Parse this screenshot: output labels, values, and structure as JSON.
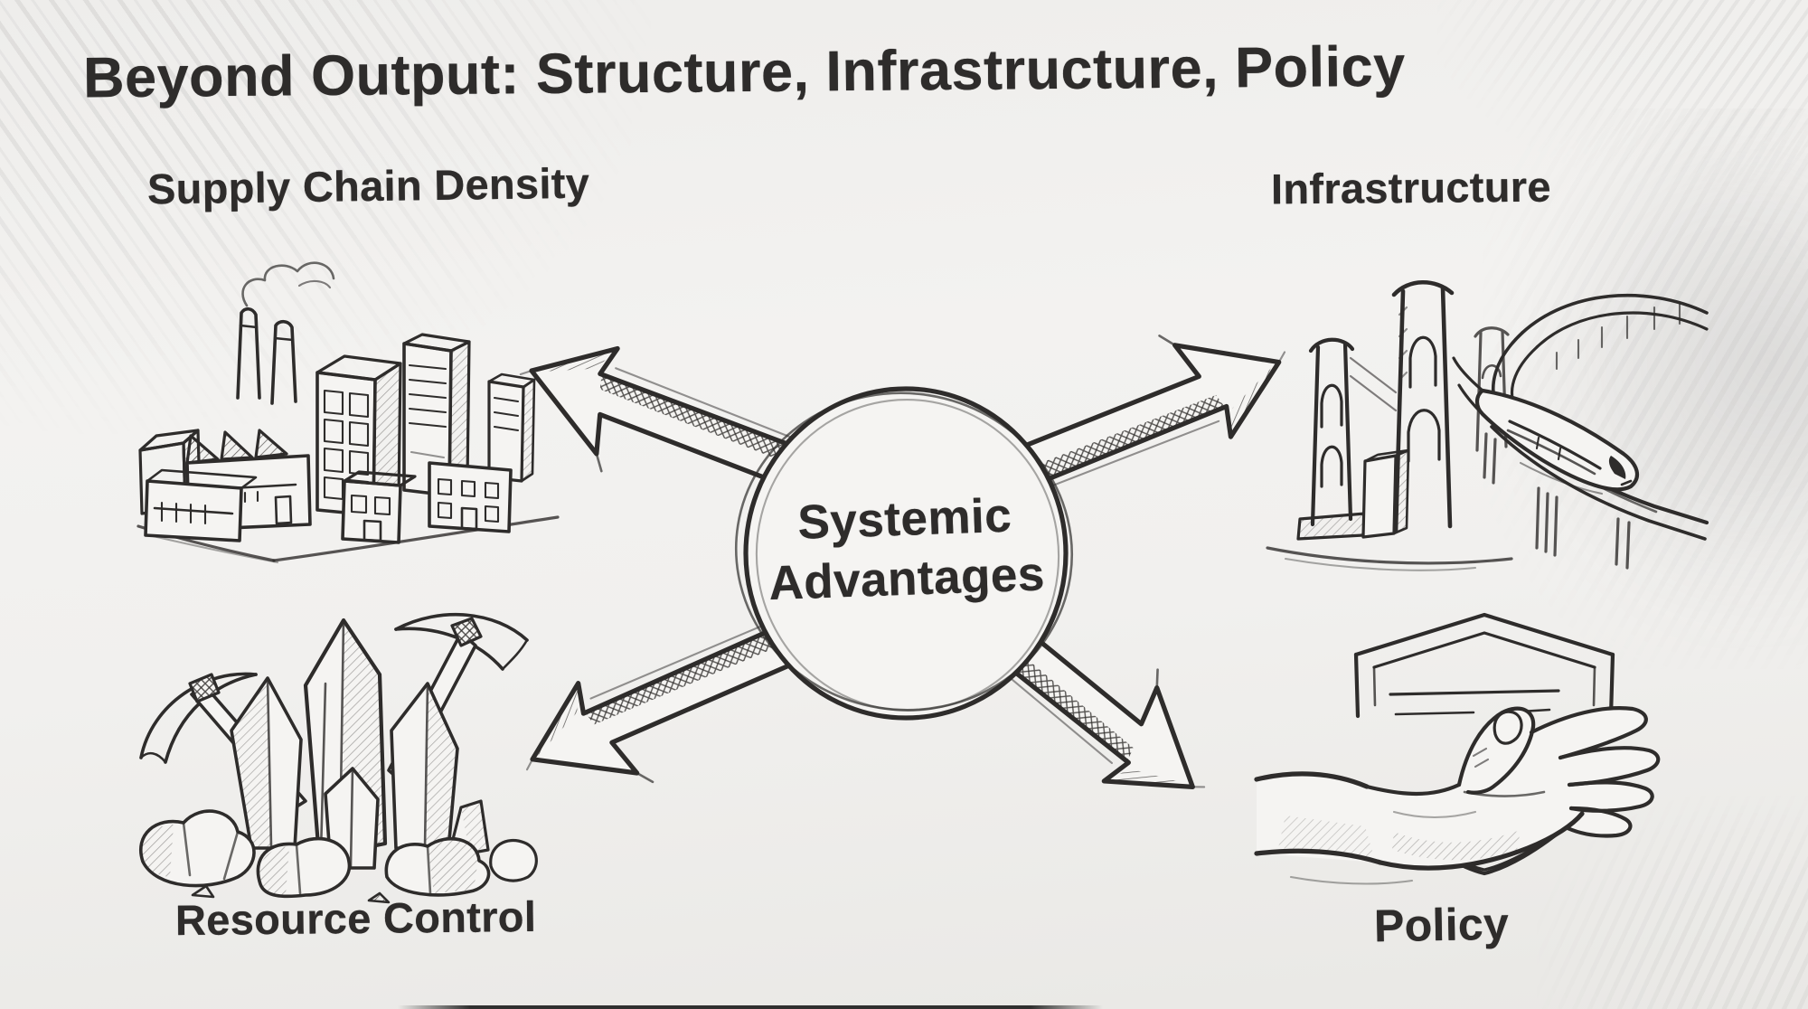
{
  "title": "Beyond Output: Structure, Infrastructure, Policy",
  "center": {
    "line1": "Systemic",
    "line2": "Advantages"
  },
  "nodes": [
    {
      "id": "supply-chain-density",
      "label": "Supply Chain Density",
      "icon": "factory-city-icon",
      "position": "top-left"
    },
    {
      "id": "infrastructure",
      "label": "Infrastructure",
      "icon": "bridge-train-icon",
      "position": "top-right"
    },
    {
      "id": "resource-control",
      "label": "Resource Control",
      "icon": "crystals-pickaxes-icon",
      "position": "bottom-left"
    },
    {
      "id": "policy",
      "label": "Policy",
      "icon": "hand-shield-icon",
      "position": "bottom-right"
    }
  ],
  "style": {
    "ink_color": "#2e2c2b",
    "paper_color": "#f1f0ee",
    "drawing_style": "hand-drawn pencil sketch"
  }
}
